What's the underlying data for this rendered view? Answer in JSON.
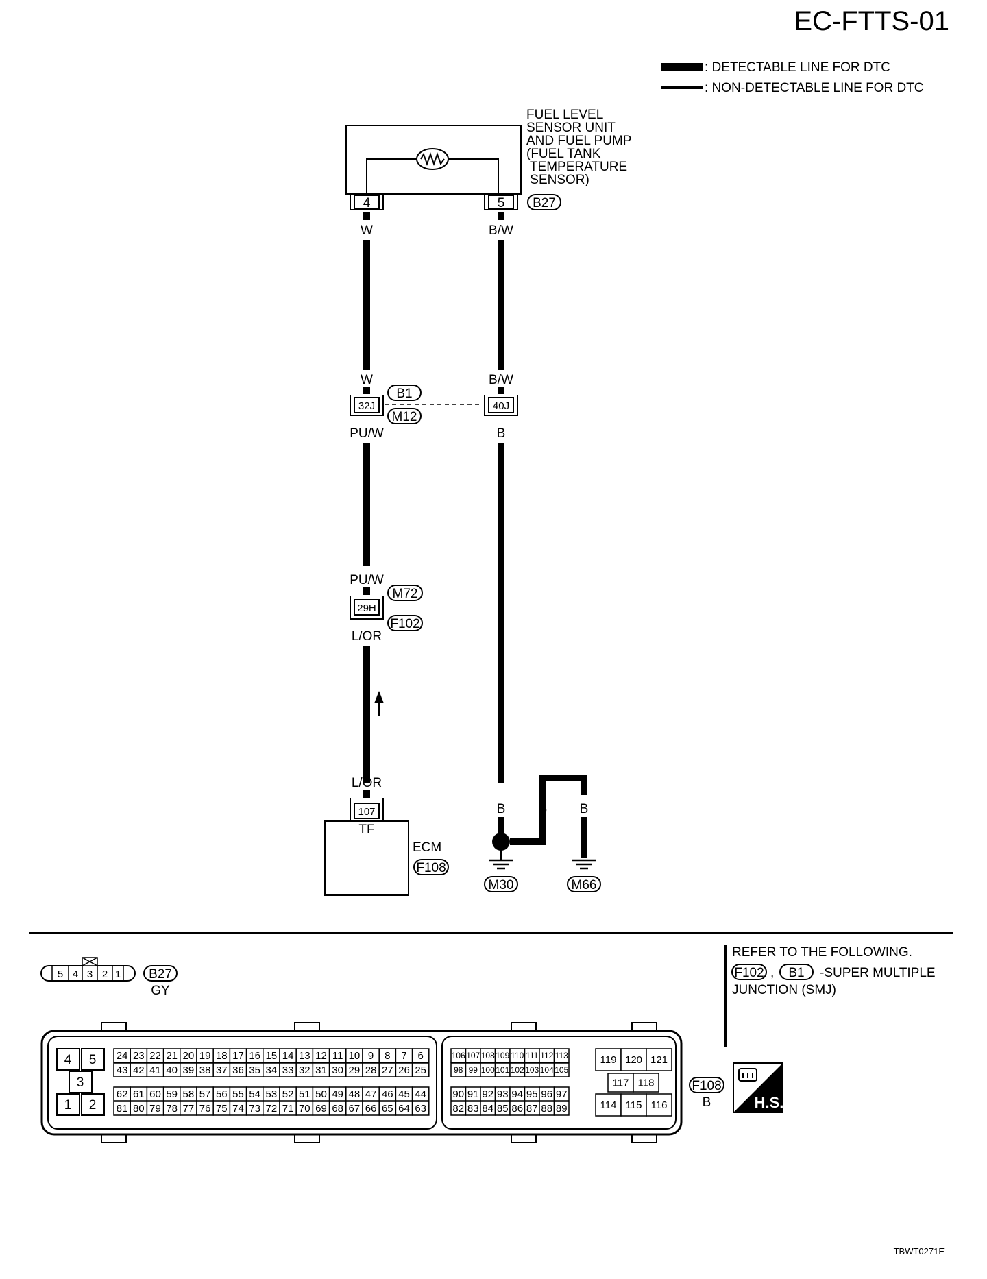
{
  "header": {
    "diagram_code": "EC-FTTS-01"
  },
  "legend": {
    "detectable": ": DETECTABLE LINE FOR DTC",
    "non_detectable": ": NON-DETECTABLE LINE FOR DTC"
  },
  "sensor": {
    "lines": [
      "FUEL LEVEL",
      "SENSOR UNIT",
      "AND FUEL PUMP",
      "(FUEL TANK",
      " TEMPERATURE",
      " SENSOR)"
    ],
    "connector": "B27",
    "pin_left": "4",
    "pin_right": "5"
  },
  "wires": {
    "w": "W",
    "bw": "B/W",
    "puw": "PU/W",
    "lor": "L/OR",
    "b": "B"
  },
  "junction_b1_m12": {
    "conn_top": "B1",
    "conn_bottom": "M12",
    "pin_left": "32J",
    "pin_right": "40J"
  },
  "junction_m72_f102": {
    "conn_top": "M72",
    "conn_bottom": "F102",
    "pin": "29H"
  },
  "ecm": {
    "pin": "107",
    "terminal": "TF",
    "label": "ECM",
    "connector": "F108"
  },
  "grounds": {
    "g1": "M30",
    "g2": "M66"
  },
  "connector_views": {
    "b27": {
      "pins": [
        "5",
        "4",
        "3",
        "2",
        "1"
      ],
      "connector": "B27",
      "color": "GY"
    },
    "f108": {
      "connector": "F108",
      "color": "B",
      "left_block": [
        "4",
        "5",
        "3",
        "1",
        "2"
      ],
      "row1": [
        "24",
        "23",
        "22",
        "21",
        "20",
        "19",
        "18",
        "17",
        "16",
        "15",
        "14",
        "13",
        "12",
        "11",
        "10",
        "9",
        "8",
        "7",
        "6"
      ],
      "row2": [
        "43",
        "42",
        "41",
        "40",
        "39",
        "38",
        "37",
        "36",
        "35",
        "34",
        "33",
        "32",
        "31",
        "30",
        "29",
        "28",
        "27",
        "26",
        "25"
      ],
      "row3": [
        "62",
        "61",
        "60",
        "59",
        "58",
        "57",
        "56",
        "55",
        "54",
        "53",
        "52",
        "51",
        "50",
        "49",
        "48",
        "47",
        "46",
        "45",
        "44"
      ],
      "row4": [
        "81",
        "80",
        "79",
        "78",
        "77",
        "76",
        "75",
        "74",
        "73",
        "72",
        "71",
        "70",
        "69",
        "68",
        "67",
        "66",
        "65",
        "64",
        "63"
      ],
      "mid_row1": [
        "106",
        "107",
        "108",
        "109",
        "110",
        "111",
        "112",
        "113"
      ],
      "mid_row2": [
        "98",
        "99",
        "100",
        "101",
        "102",
        "103",
        "104",
        "105"
      ],
      "mid_row3": [
        "90",
        "91",
        "92",
        "93",
        "94",
        "95",
        "96",
        "97"
      ],
      "mid_row4": [
        "82",
        "83",
        "84",
        "85",
        "86",
        "87",
        "88",
        "89"
      ],
      "right_top": [
        "119",
        "120",
        "121"
      ],
      "right_mid": [
        "117",
        "118"
      ],
      "right_bot": [
        "114",
        "115",
        "116"
      ]
    }
  },
  "refer": {
    "line1": "REFER TO THE FOLLOWING.",
    "conn_a": "F102",
    "sep": ",",
    "conn_b": "B1",
    "text2": "-SUPER MULTIPLE",
    "line3": "JUNCTION (SMJ)"
  },
  "hs_badge": "H.S.",
  "footer_code": "TBWT0271E"
}
